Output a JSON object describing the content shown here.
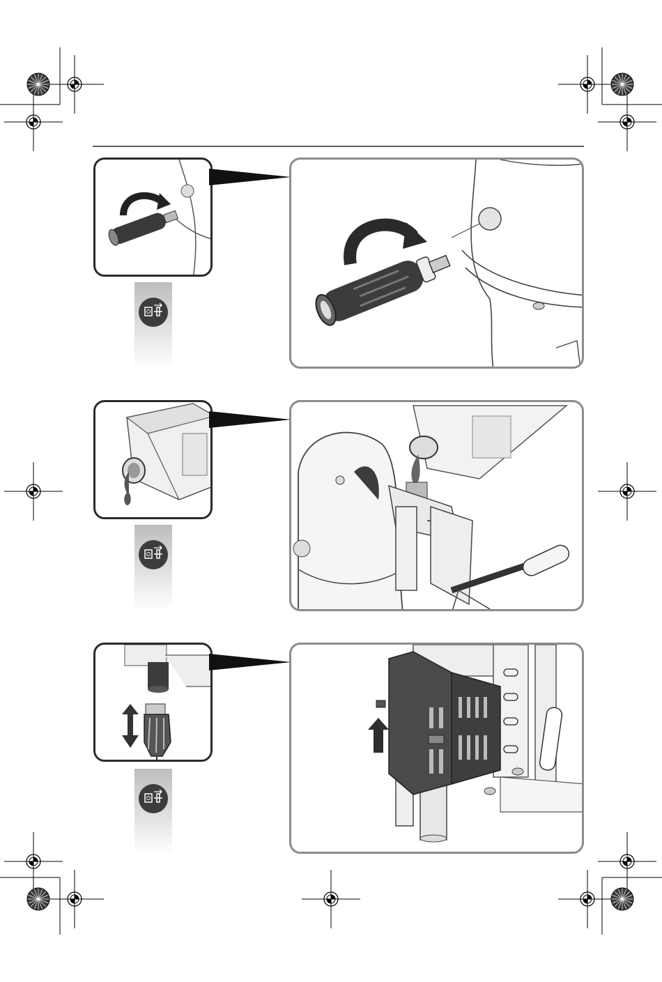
{
  "page": {
    "header_rule_visible": true
  },
  "figures": [
    {
      "id": "handle",
      "thumbnail_icon": "rotate-handle-icon",
      "detail_icon": "handle-mounting-icon",
      "step_icon": "unplug-icon"
    },
    {
      "id": "coolant",
      "thumbnail_icon": "coolant-bottle-icon",
      "detail_icon": "coolant-filling-icon",
      "step_icon": "unplug-icon"
    },
    {
      "id": "cutter",
      "thumbnail_icon": "cutter-insertion-icon",
      "detail_icon": "chip-guard-icon",
      "step_icon": "unplug-icon"
    }
  ],
  "colors": {
    "thumbnail_border": "#2a2a2a",
    "panel_border": "#8c8c8c",
    "step_strip_top": "#bdbdbd",
    "icon_dark": "#3c3c3c"
  }
}
